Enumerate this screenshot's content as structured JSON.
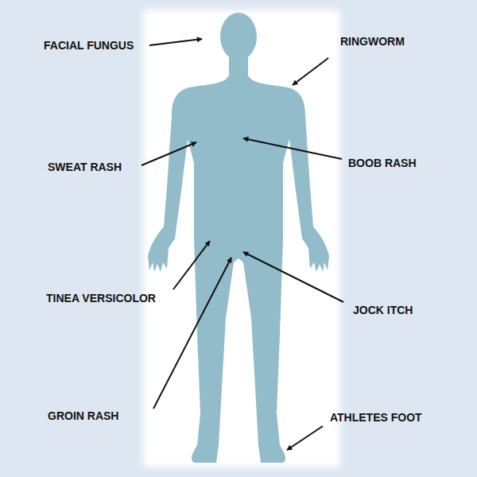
{
  "diagram": {
    "labels": [
      "FACIAL FUNGUS",
      "RINGWORM",
      "SWEAT RASH",
      "BOOB RASH",
      "TINEA VERSICOLOR",
      "JOCK ITCH",
      "GROIN RASH",
      "ATHLETES FOOT"
    ]
  }
}
